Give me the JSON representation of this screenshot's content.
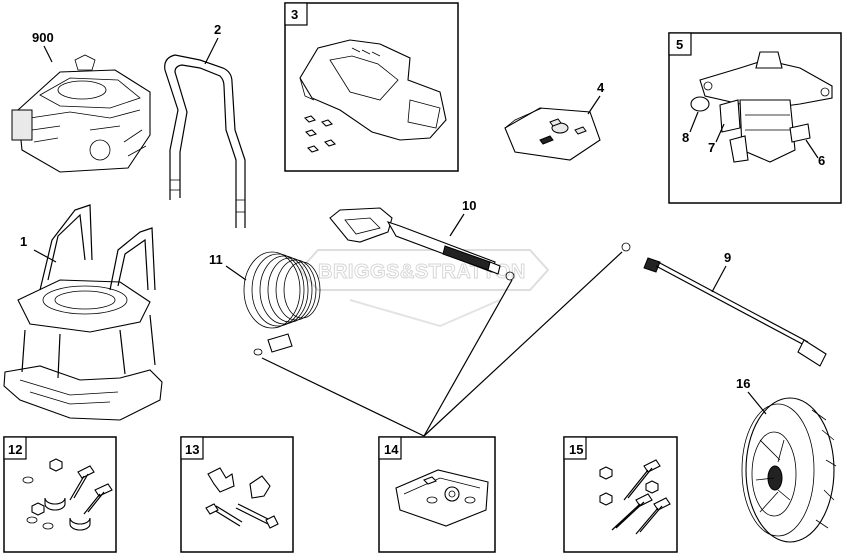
{
  "diagram": {
    "watermark": "BRIGGS&STRATTON",
    "callouts": {
      "engine": "900",
      "frame": "1",
      "handle": "2",
      "panel": "3",
      "nozzle_kit": "4",
      "pump": "5",
      "pump_part_6": "6",
      "pump_part_7": "7",
      "pump_part_8": "8",
      "lance": "9",
      "spray_gun": "10",
      "hose": "11",
      "wheel": "16"
    },
    "boxes": {
      "hardware_12": "12",
      "hardware_13": "13",
      "bracket_14": "14",
      "bolts_15": "15"
    }
  }
}
